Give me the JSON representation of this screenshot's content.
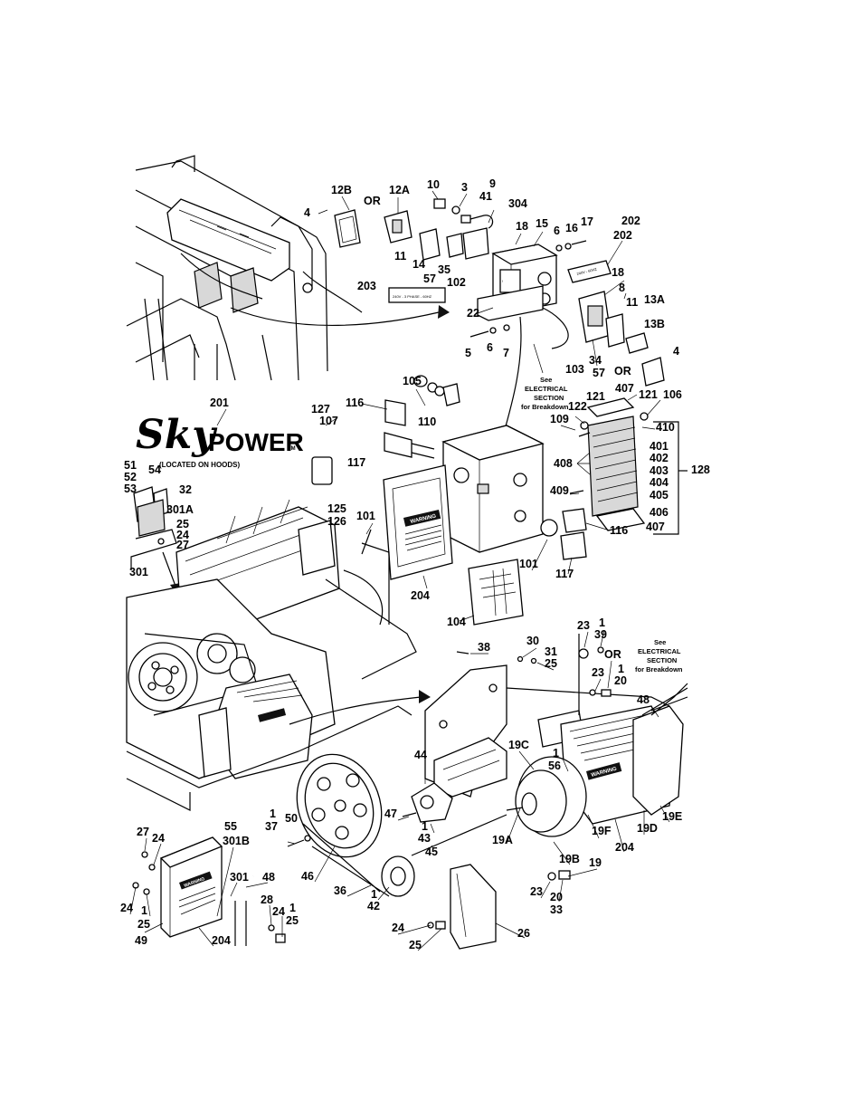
{
  "brand": {
    "logo_text": "SkyPOWER",
    "logo_tm": "TM",
    "caption": "(LOCATED ON HOODS)"
  },
  "decals": {
    "phase_label": "240V - 3 PHASE - 60HZ",
    "voltage_label": "240V - 60HZ",
    "warning": "WARNING"
  },
  "notes": {
    "electrical_1": [
      "See",
      "ELECTRICAL",
      "SECTION",
      "for Breakdown"
    ],
    "electrical_2": [
      "See",
      "ELECTRICAL",
      "SECTION",
      "for Breakdown"
    ]
  },
  "callouts": [
    "12B",
    "OR",
    "12A",
    "10",
    "3",
    "9",
    "41",
    "304",
    "4",
    "18",
    "15",
    "6",
    "16",
    "17",
    "202",
    "202",
    "11",
    "14",
    "35",
    "57",
    "102",
    "203",
    "18",
    "8",
    "11",
    "13A",
    "22",
    "5",
    "6",
    "7",
    "13B",
    "4",
    "103",
    "34",
    "57",
    "OR",
    "105",
    "110",
    "116",
    "127",
    "107",
    "201",
    "121",
    "122",
    "109",
    "407",
    "121",
    "106",
    "410",
    "401",
    "402",
    "403",
    "404",
    "405",
    "408",
    "409",
    "128",
    "406",
    "407",
    "117",
    "125",
    "126",
    "51",
    "52",
    "53",
    "54",
    "32",
    "301A",
    "25",
    "24",
    "27",
    "301",
    "101",
    "204",
    "116",
    "101",
    "117",
    "104",
    "38",
    "30",
    "31",
    "25",
    "23",
    "1",
    "39",
    "OR",
    "23",
    "1",
    "20",
    "48",
    "19C",
    "1",
    "56",
    "44",
    "47",
    "1",
    "43",
    "45",
    "19A",
    "19F",
    "204",
    "19D",
    "19E",
    "19B",
    "19",
    "1",
    "37",
    "50",
    "46",
    "36",
    "1",
    "42",
    "23",
    "20",
    "33",
    "27",
    "24",
    "55",
    "301B",
    "301",
    "48",
    "24",
    "1",
    "25",
    "49",
    "204",
    "28",
    "24",
    "1",
    "25",
    "24",
    "25",
    "26"
  ]
}
